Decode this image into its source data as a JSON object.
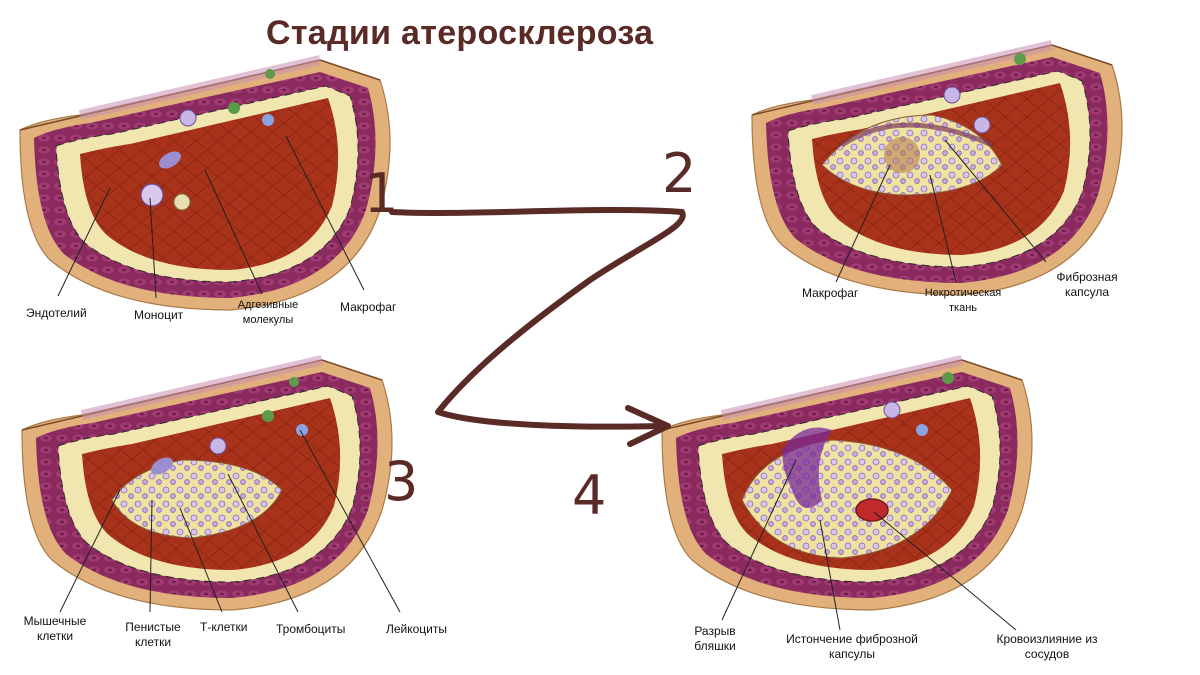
{
  "title": "Стадии атеросклероза",
  "stage_numbers": [
    "1",
    "2",
    "3",
    "4"
  ],
  "colors": {
    "title": "#5a2a27",
    "arrow": "#5a2a27",
    "wall_outer": "#e2b07a",
    "wall_muscle": "#8a2a5e",
    "wall_inner": "#e9c8d8",
    "lumen": "#9e2a14",
    "intima_band": "#f2e6b0"
  },
  "panels": [
    {
      "id": "stage-1",
      "labels": [
        "Эндотелий",
        "Моноцит",
        "Адгезивные\nмолекулы",
        "Макрофаг"
      ]
    },
    {
      "id": "stage-2",
      "labels": [
        "Макрофаг",
        "Некротическая\nткань",
        "Фиброзная\nкапсула"
      ]
    },
    {
      "id": "stage-3",
      "labels": [
        "Мышечные\nклетки",
        "Пенистые\nклетки",
        "Т-клетки",
        "Тромбоциты",
        "Лейкоциты"
      ]
    },
    {
      "id": "stage-4",
      "labels": [
        "Разрыв\nбляшки",
        "Истончение фиброзной\nкапсулы",
        "Кровоизлияние из\nсосудов"
      ]
    }
  ]
}
